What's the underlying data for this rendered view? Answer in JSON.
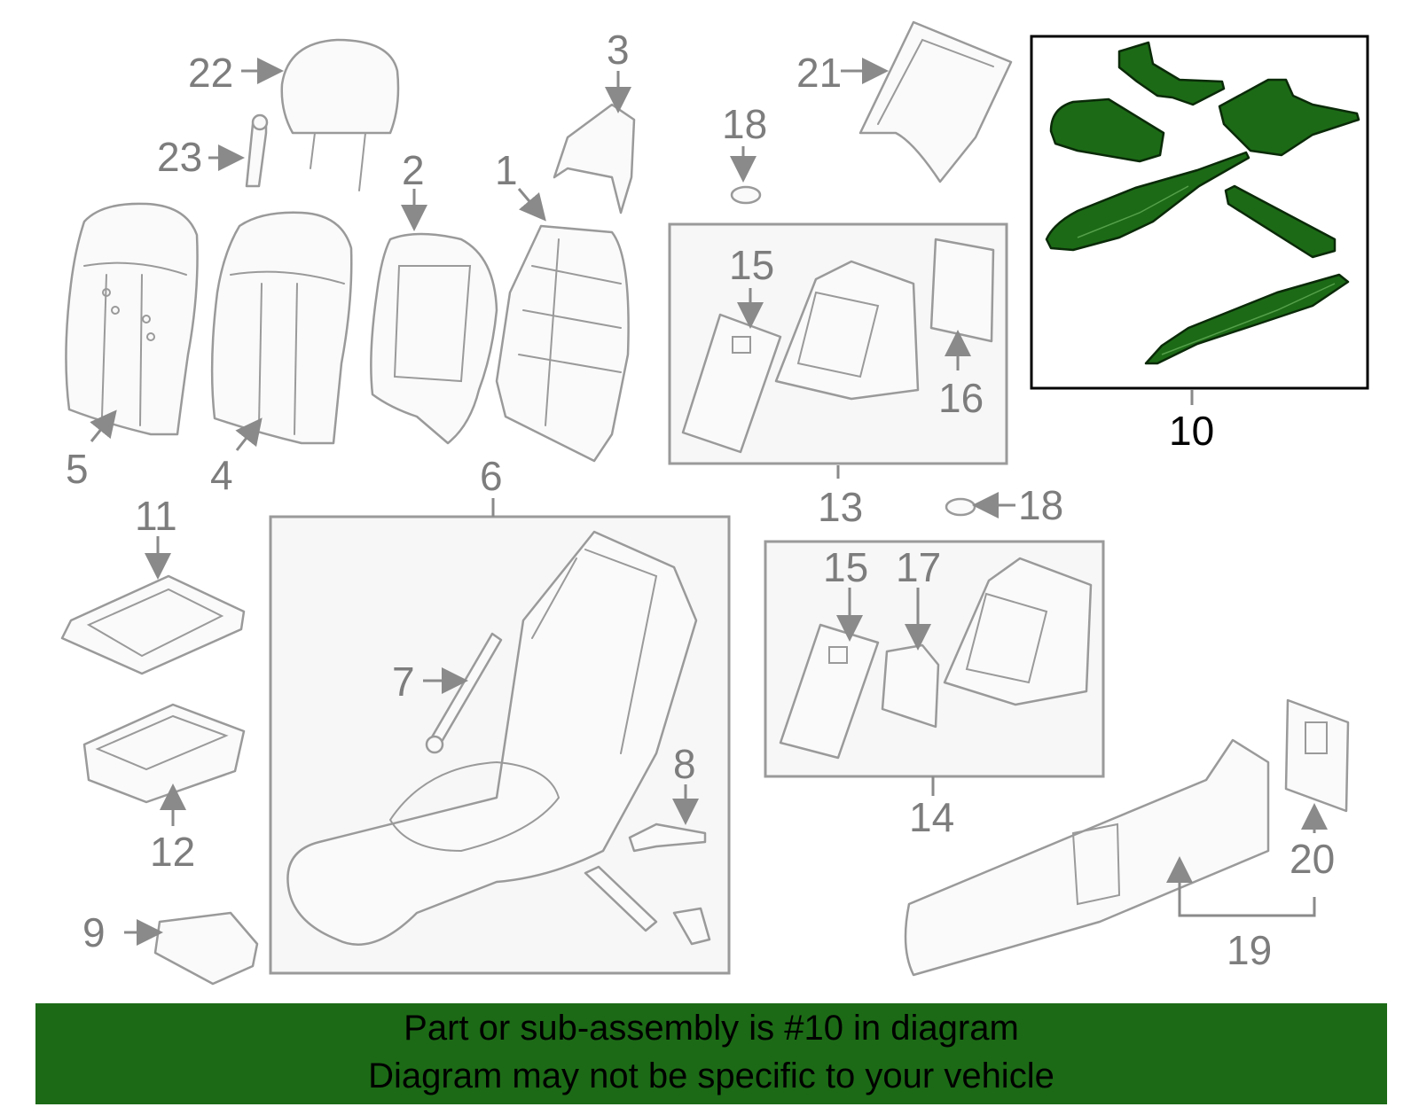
{
  "callouts": {
    "c1": "1",
    "c2": "2",
    "c3": "3",
    "c4": "4",
    "c5": "5",
    "c6": "6",
    "c7": "7",
    "c8": "8",
    "c9": "9",
    "c10": "10",
    "c11": "11",
    "c12": "12",
    "c13": "13",
    "c14": "14",
    "c15a": "15",
    "c15b": "15",
    "c16": "16",
    "c17": "17",
    "c18a": "18",
    "c18b": "18",
    "c19": "19",
    "c20": "20",
    "c21": "21",
    "c22": "22",
    "c23": "23"
  },
  "highlight": {
    "part": "10",
    "color": "#1c6a16"
  },
  "banner": {
    "line1": "Part or sub-assembly is #10 in diagram",
    "line2": "Diagram may not be specific to your vehicle"
  }
}
